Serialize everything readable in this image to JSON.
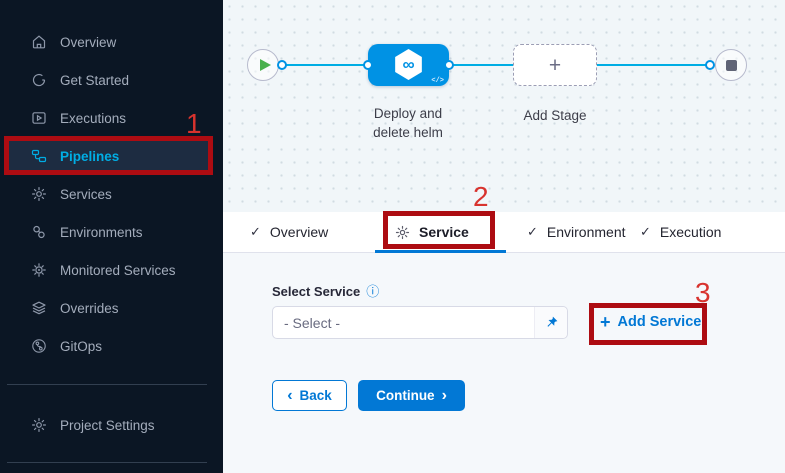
{
  "sidebar": {
    "items": [
      {
        "label": "Overview",
        "icon": "home"
      },
      {
        "label": "Get Started",
        "icon": "get-started"
      },
      {
        "label": "Executions",
        "icon": "executions"
      },
      {
        "label": "Pipelines",
        "icon": "pipelines",
        "active": true
      },
      {
        "label": "Services",
        "icon": "services"
      },
      {
        "label": "Environments",
        "icon": "environments"
      },
      {
        "label": "Monitored Services",
        "icon": "monitored-services"
      },
      {
        "label": "Overrides",
        "icon": "overrides"
      },
      {
        "label": "GitOps",
        "icon": "gitops"
      }
    ],
    "project_settings_label": "Project Settings"
  },
  "canvas": {
    "stage_name": "Deploy and delete helm",
    "add_stage_label": "Add Stage"
  },
  "tabs": [
    {
      "label": "Overview",
      "status": "completed"
    },
    {
      "label": "Service",
      "status": "active"
    },
    {
      "label": "Environment",
      "status": "completed"
    },
    {
      "label": "Execution",
      "status": "completed"
    }
  ],
  "form": {
    "select_service_label": "Select Service",
    "select_value": "- Select -",
    "add_service_label": "Add Service"
  },
  "actions": {
    "back_label": "Back",
    "continue_label": "Continue"
  },
  "annotations": {
    "step_1": "1",
    "step_2": "2",
    "step_3": "3"
  },
  "icons": {
    "check": "✓",
    "plus": "+",
    "chevron_left": "‹",
    "chevron_right": "›",
    "infinity": "∞",
    "info": "ⓘ",
    "code_badge": "</>"
  },
  "colors": {
    "primary_blue": "#0278d5",
    "node_blue": "#0092e4",
    "connector_blue": "#00ade4",
    "sidebar_bg": "#0b1624",
    "active_sidebar_link": "#00ade4",
    "annotation_box_red": "#ad0c12",
    "annotation_number_red": "#d8332e",
    "play_green": "#49b04d"
  }
}
